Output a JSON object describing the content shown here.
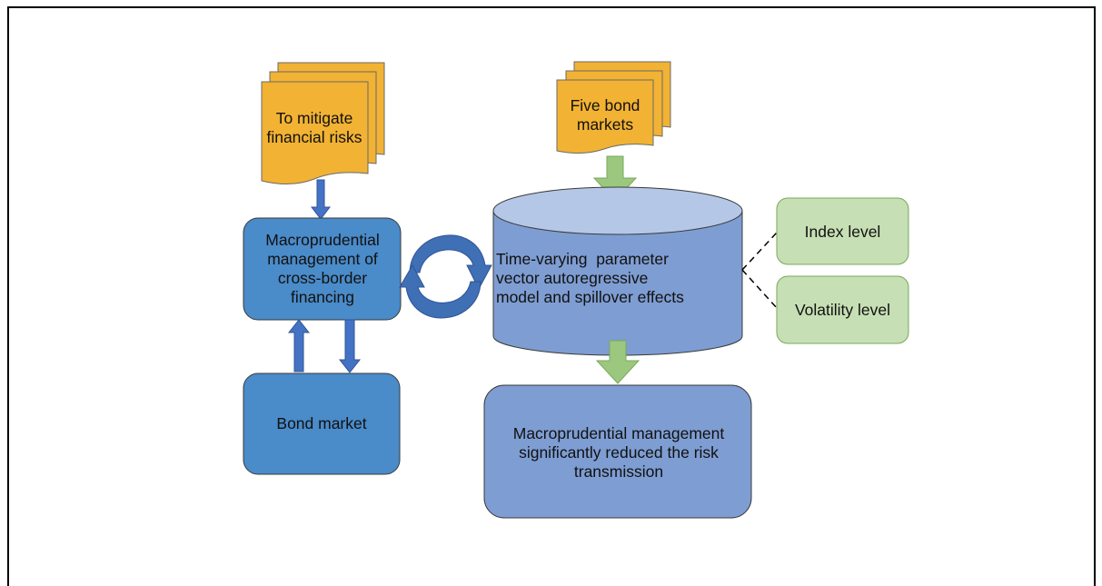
{
  "diagram": {
    "doc_risks": "To mitigate financial risks",
    "doc_markets": "Five bond markets",
    "macro_box": "Macroprudential management of cross-border financing",
    "bond_market": "Bond market",
    "tvp_model": "Time-varying  parameter vector autoregressive model and spillover effects",
    "index_level": "Index level",
    "volatility_level": "Volatility level",
    "conclusion": "Macroprudential management significantly reduced the risk transmission"
  },
  "colors": {
    "document": "#F2B233",
    "blue_box": "#4A8BC9",
    "cylinder": "#7E9DD2",
    "cylinder_top": "#B4C7E7",
    "green_box": "#C6DFB4",
    "green_arrow": "#9BC87E",
    "blue_arrow": "#4472C4",
    "conclusion_box": "#7E9DD2"
  }
}
